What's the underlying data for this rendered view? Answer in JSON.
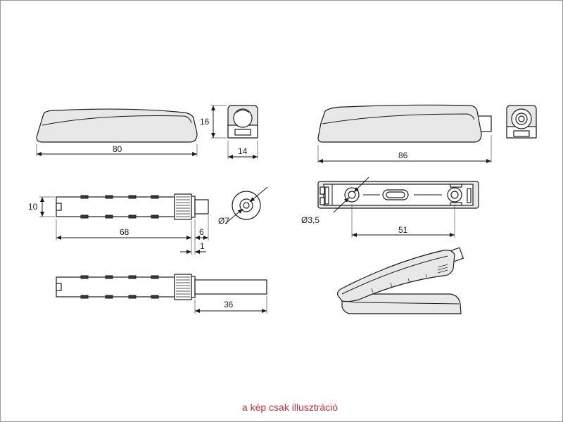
{
  "dimensions": {
    "len_80": "80",
    "height_16": "16",
    "width_14": "14",
    "len_86": "86",
    "dia_10": "10",
    "len_68": "68",
    "len_6": "6",
    "len_1": "1",
    "dia_7": "Ø7",
    "dia_3_5": "Ø3,5",
    "len_51": "51",
    "len_36": "36"
  },
  "caption": {
    "text": "a kép csak illusztráció",
    "color": "#c03040"
  },
  "colors": {
    "body_fill": "#e8e8e8",
    "outline": "#1a1a1a",
    "frame_border": "#9a9a9a"
  }
}
